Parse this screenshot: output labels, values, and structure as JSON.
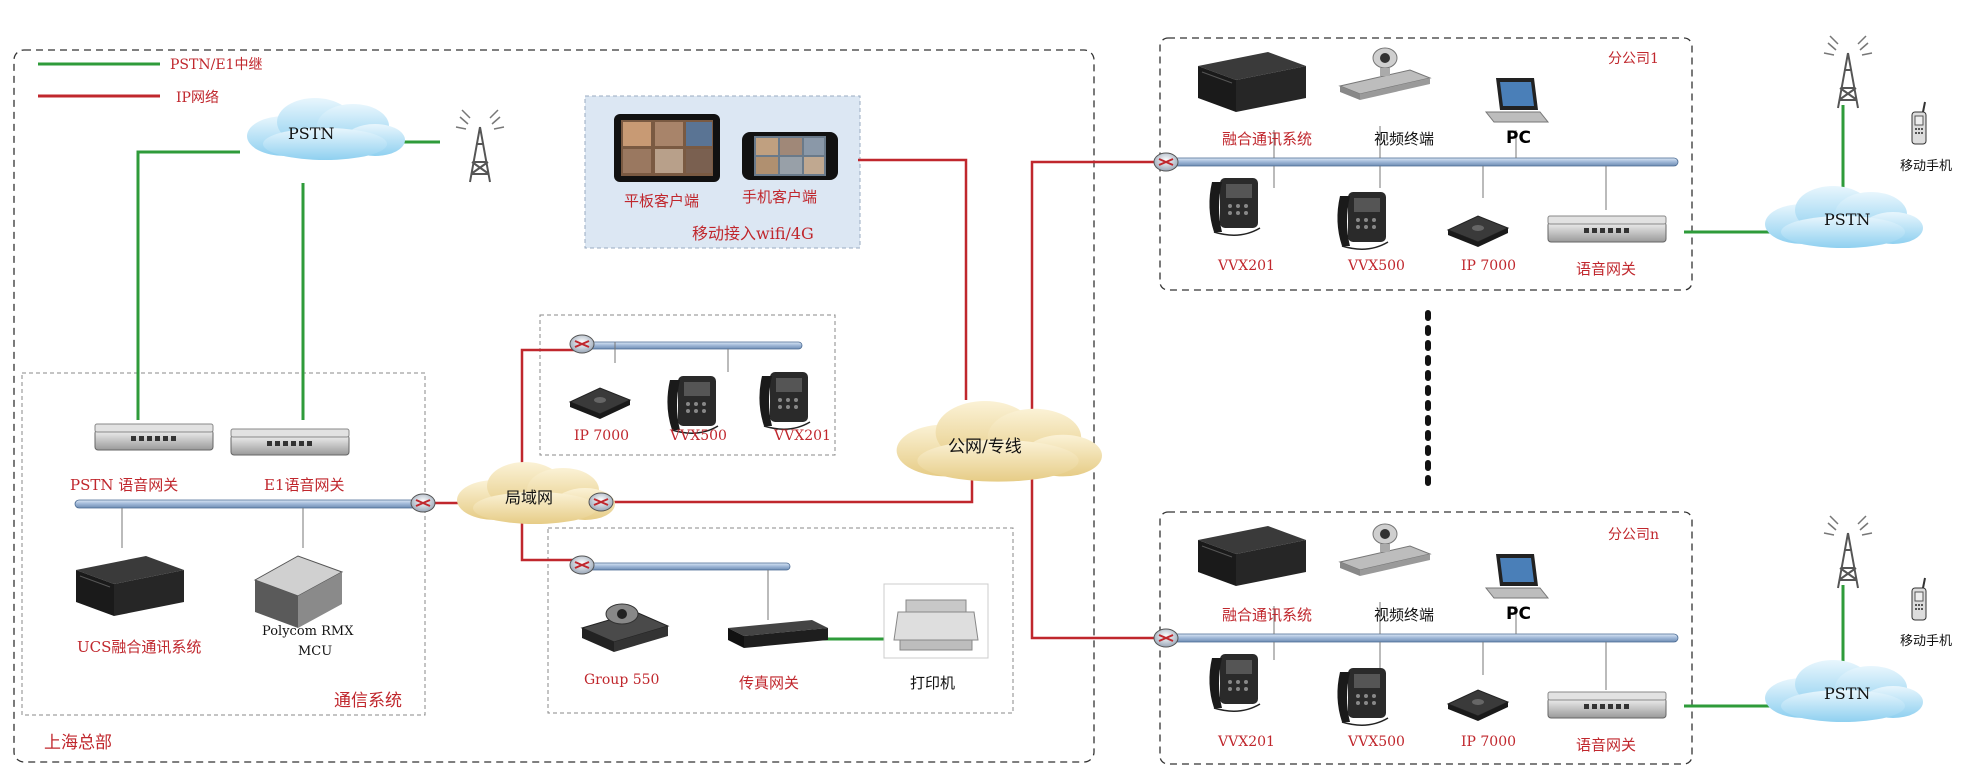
{
  "legend": {
    "pstn_label": "PSTN/E1中继",
    "ip_label": "IP网络",
    "pstn_color": "#2e9b3a",
    "ip_color": "#c0272d"
  },
  "hq": {
    "name": "上海总部",
    "comm_system": "通信系统",
    "pstn_cloud": "PSTN",
    "lan_cloud": "局域网",
    "devices": {
      "pstn_gateway": "PSTN 语音网关",
      "e1_gateway": "E1语音网关",
      "ucs": "UCS融合通讯系统",
      "rmx_line1": "Polycom RMX",
      "rmx_line2": "MCU"
    },
    "phones": {
      "ip7000": "IP 7000",
      "vvx500": "VVX500",
      "vvx201": "VVX201"
    },
    "room": {
      "group550": "Group 550",
      "fax": "传真网关",
      "printer": "打印机"
    }
  },
  "mobile": {
    "tablet": "平板客户端",
    "phone": "手机客户端",
    "access": "移动接入wifi/4G"
  },
  "wan_cloud": "公网/专线",
  "branch1": {
    "name": "分公司1",
    "ucs": "融合通讯系统",
    "video": "视频终端",
    "pc": "PC",
    "vvx201": "VVX201",
    "vvx500": "VVX500",
    "ip7000": "IP 7000",
    "gateway": "语音网关",
    "pstn_cloud": "PSTN",
    "mobile": "移动手机"
  },
  "branchn": {
    "name": "分公司n",
    "ucs": "融合通讯系统",
    "video": "视频终端",
    "pc": "PC",
    "vvx201": "VVX201",
    "vvx500": "VVX500",
    "ip7000": "IP 7000",
    "gateway": "语音网关",
    "pstn_cloud": "PSTN",
    "mobile": "移动手机"
  }
}
